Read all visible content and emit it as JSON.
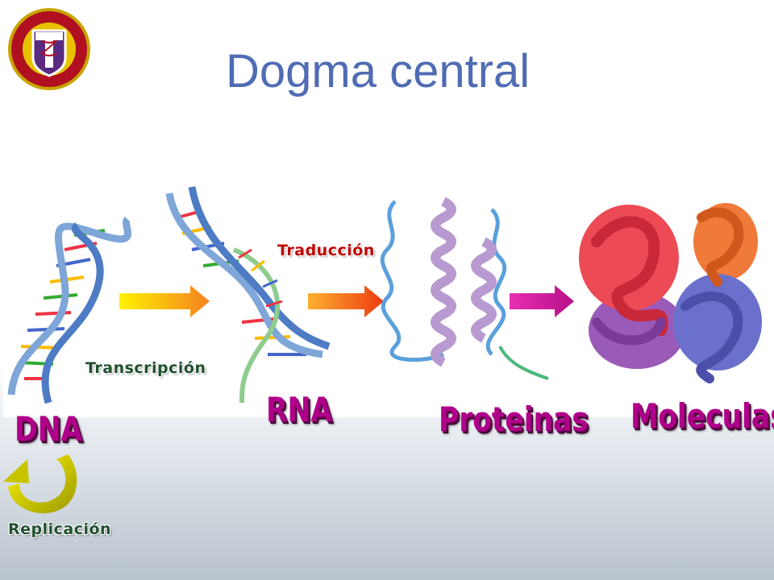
{
  "slide": {
    "title": "Dogma central"
  },
  "labels": {
    "transcription": "Transcripción",
    "translation": "Traducción",
    "replication": "Replicación",
    "dna": "DNA",
    "rna": "RNA",
    "proteins": "Proteinas",
    "molecules": "Moleculas"
  },
  "colors": {
    "title": "#4f6cb4",
    "big_label": "#b0008a",
    "small_label_translation": "#c00000",
    "small_label_other": "#1f4f2f",
    "arrow_1": "#f5a020",
    "arrow_2": "#f06010",
    "arrow_3": "#c8169c",
    "replication_arrow": "#e8e000"
  },
  "logo": {
    "icon": "university-seal-icon"
  }
}
